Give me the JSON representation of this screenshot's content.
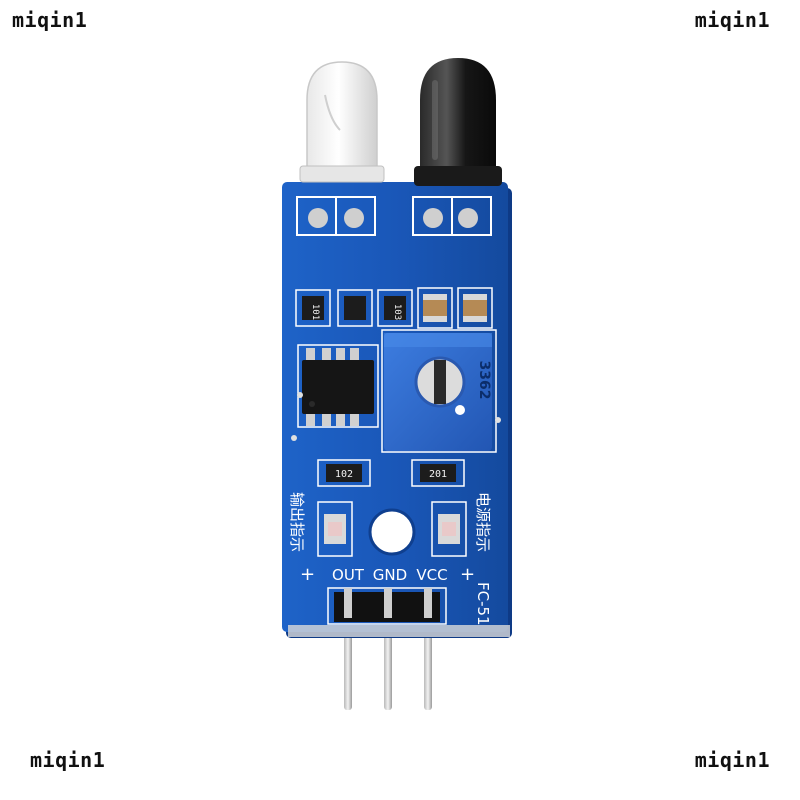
{
  "watermarks": {
    "top_left": "miqin1",
    "top_right": "miqin1",
    "bottom_left": "miqin1",
    "bottom_right": "miqin1"
  },
  "board": {
    "pin_labels": [
      "OUT",
      "GND",
      "VCC"
    ],
    "model_label": "FC-51",
    "left_indicator_label": "输出指示",
    "right_indicator_label": "电源指示",
    "left_plus": "+",
    "right_plus": "+",
    "resistor_labels": [
      "101",
      "103",
      "102",
      "201"
    ],
    "trimmer_label": "3362"
  },
  "colors": {
    "pcb": "#1a57b8",
    "pcb_dark": "#0f3f8f",
    "trimmer": "#2f6bd0",
    "ir_receiver": "#141414",
    "header": "#111111"
  }
}
